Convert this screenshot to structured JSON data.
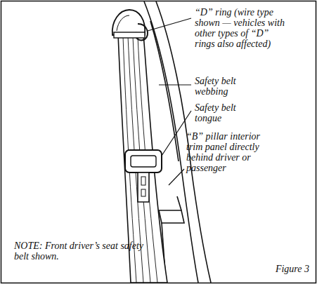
{
  "diagram": {
    "caption": "Figure 3",
    "labels": [
      "“D” ring (wire type shown — vehicles with other types of “D” rings also affected)",
      "Safety belt webbing",
      "Safety belt tongue",
      "“B” pillar interior trim panel directly behind driver or passenger",
      "NOTE: Front driver’s seat safety belt shown."
    ]
  }
}
